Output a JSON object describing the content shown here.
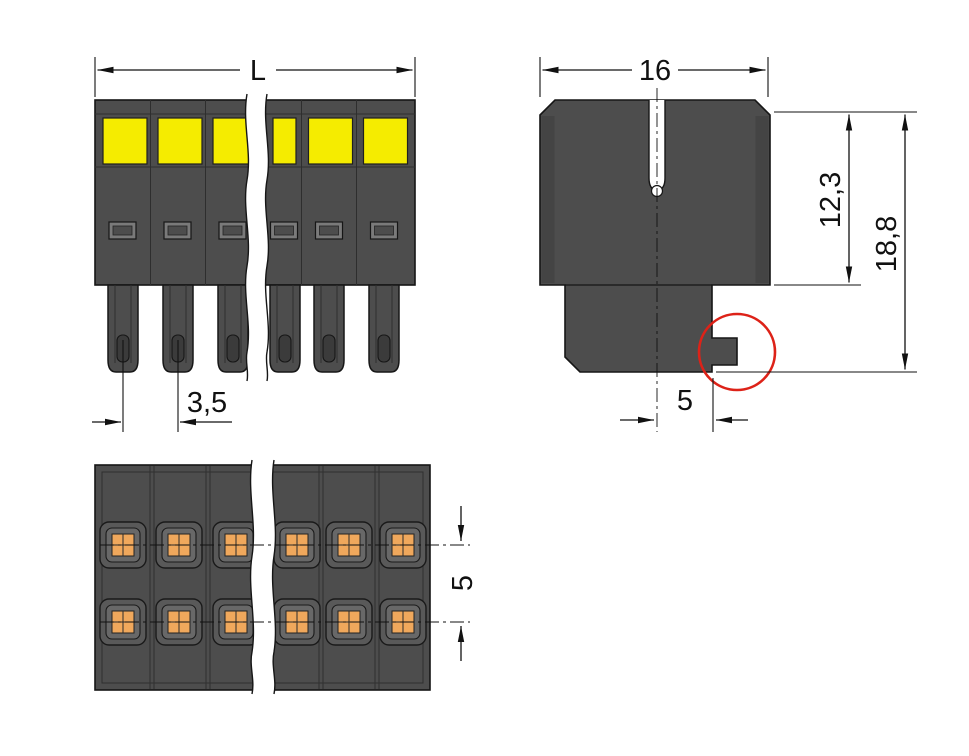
{
  "drawing": {
    "type": "technical-dimension-drawing",
    "subject": "pluggable terminal block connector, three orthographic views",
    "colors": {
      "background": "#ffffff",
      "body_gray": "#4d4d4d",
      "body_gray_dark": "#434343",
      "detail_gray": "#7a7a7a",
      "button_yellow": "#f5ec00",
      "contact_orange": "#f0a85c",
      "outline_black": "#161616",
      "highlight_red": "#dd2218"
    },
    "views": {
      "front": {
        "title": "front view",
        "label_overall": "L",
        "label_pitch": "3,5"
      },
      "side": {
        "title": "side view",
        "label_width": "16",
        "label_height_upper": "12,3",
        "label_height_total": "18,8",
        "label_center_offset": "5"
      },
      "bottom": {
        "title": "bottom view",
        "label_row_spacing": "5"
      }
    }
  }
}
